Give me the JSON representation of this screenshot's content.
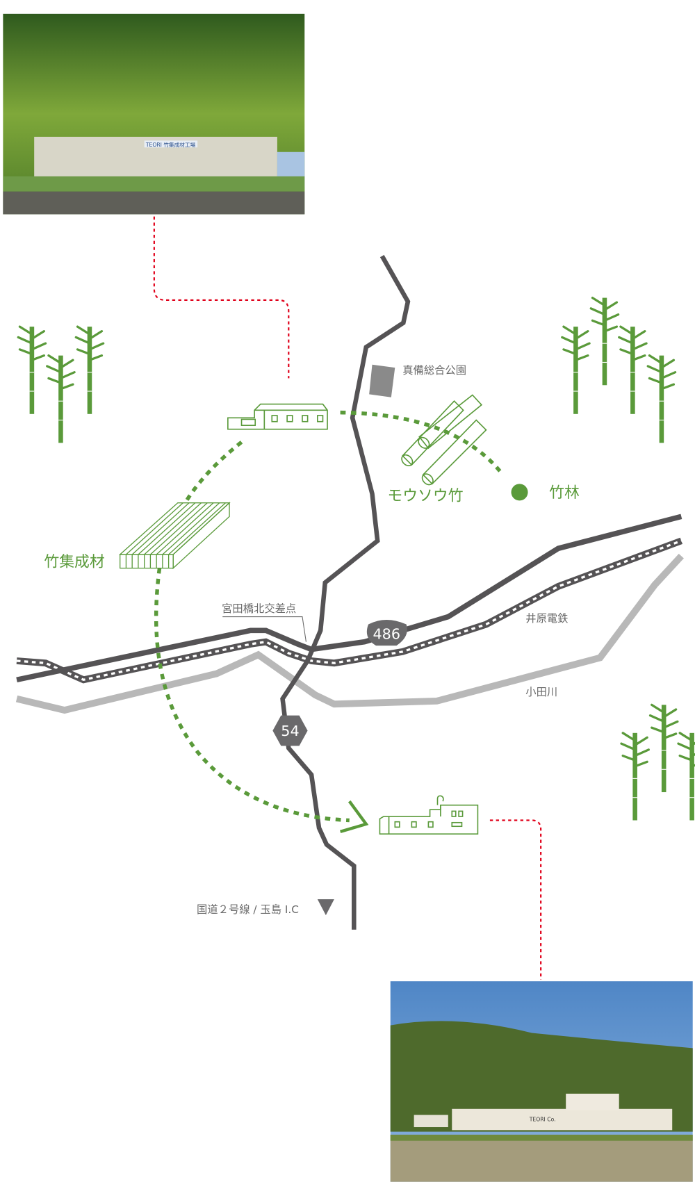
{
  "colors": {
    "road": "#555355",
    "rail": "#555355",
    "river": "#b8b8b8",
    "green": "#5a9a3a",
    "route": "#e0001a",
    "label": "#6a6a6a"
  },
  "photos": {
    "top": {
      "sign": "TEORI 竹集成材工場"
    },
    "bottom": {
      "sign": "TEORI Co."
    }
  },
  "labels": {
    "park": "真備総合公園",
    "moso": "モウソウ竹",
    "forest": "竹林",
    "laminated": "竹集成材",
    "intersection": "宮田橋北交差点",
    "railway": "井原電鉄",
    "river": "小田川",
    "highway": "国道２号線 / 玉島 I.C"
  },
  "badges": {
    "route486": "486",
    "route54": "54"
  }
}
